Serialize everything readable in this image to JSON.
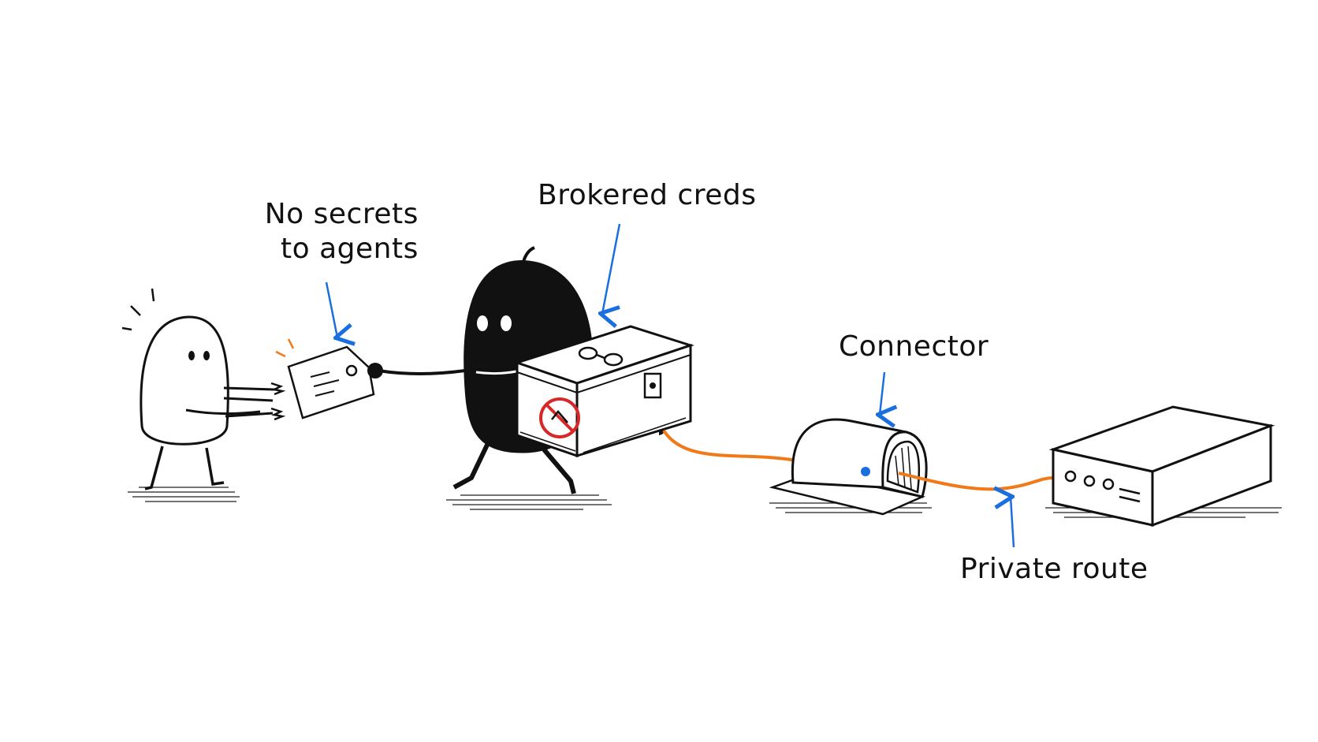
{
  "labels": {
    "no_secrets_line1": "No secrets",
    "no_secrets_line2": "to agents",
    "brokered_creds": "Brokered creds",
    "connector": "Connector",
    "private_route": "Private route"
  },
  "colors": {
    "ink": "#111111",
    "annotation_arrow": "#1a6fe0",
    "cable": "#f07a1a",
    "no_sign": "#d62828",
    "connector_dot": "#1a6fe0",
    "background": "#ffffff"
  },
  "icons": [
    "white-agent-character",
    "secret-tag-icon",
    "black-broker-character",
    "credential-box-icon",
    "key-icon",
    "no-sign-icon",
    "connector-tunnel-icon",
    "server-icon"
  ]
}
